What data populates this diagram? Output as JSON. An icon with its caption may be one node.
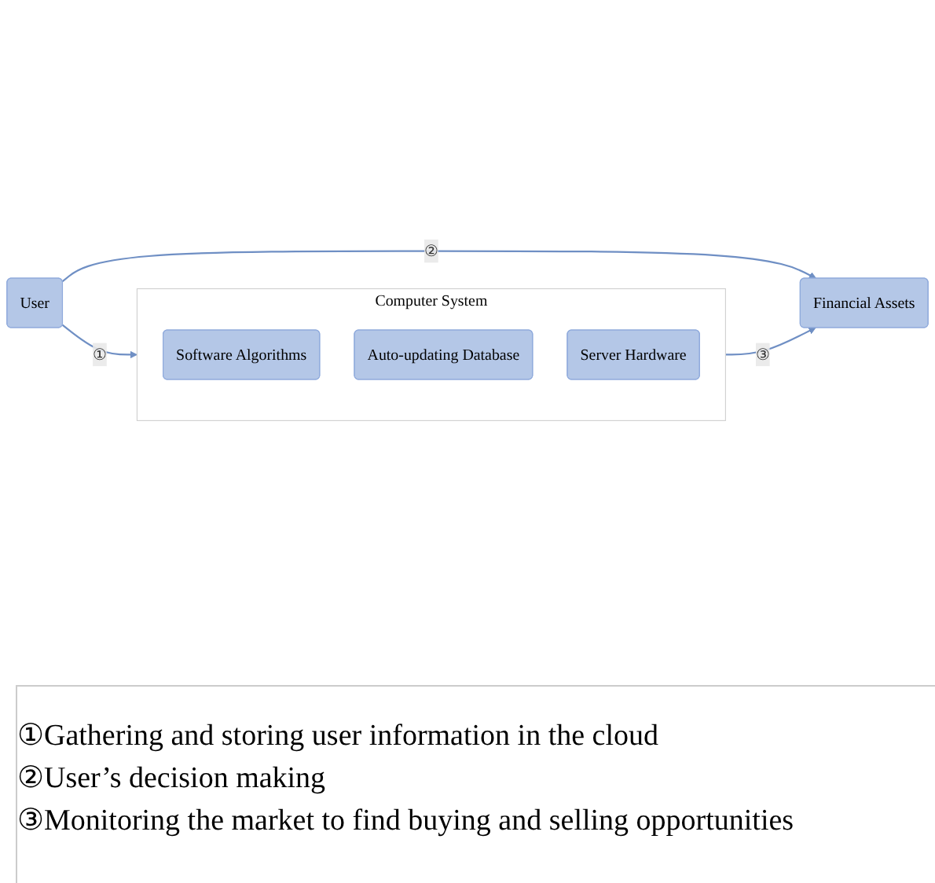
{
  "diagram": {
    "nodes": [
      {
        "text": [
          "User"
        ]
      },
      {
        "text": [
          "Computer System"
        ]
      },
      {
        "text": [
          "Software Algorithms"
        ],
        "in": 1
      },
      {
        "text": [
          "Auto-updating Database"
        ],
        "in": 1
      },
      {
        "text": [
          "Server Hardware"
        ],
        "in": 1
      },
      {
        "text": [
          "Financial Assets"
        ]
      }
    ],
    "edges": [
      {
        "from": 0,
        "to": 1,
        "arrow": "to",
        "label": "①"
      },
      {
        "from": 0,
        "to": 5,
        "arrow": "to",
        "label": "②"
      },
      {
        "from": 1,
        "to": 5,
        "arrow": "to",
        "label": "③"
      }
    ],
    "labels": [
      "①Gathering and storing user information in the cloud",
      "②User’s decision making",
      "③Monitoring the market to find buying and selling opportunities"
    ]
  }
}
